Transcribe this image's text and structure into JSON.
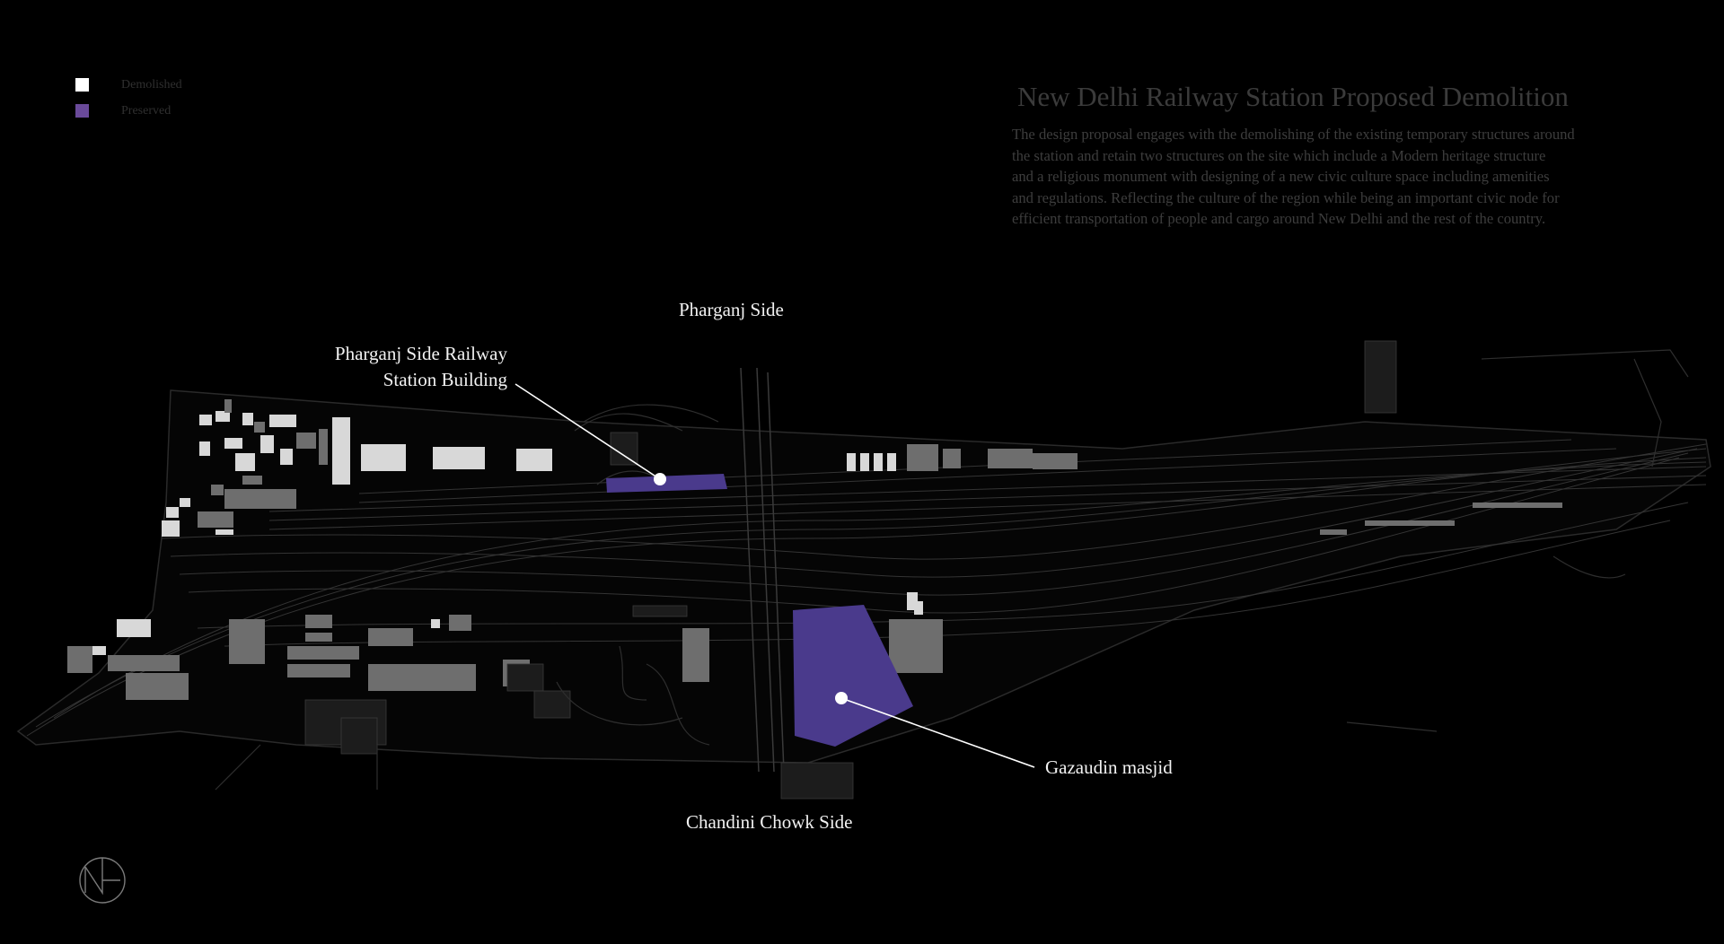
{
  "legend": {
    "items": [
      {
        "label": "Demolished",
        "color": "#ffffff"
      },
      {
        "label": "Preserved",
        "color": "#6a4a9a"
      }
    ]
  },
  "header": {
    "title": "New Delhi Railway Station Proposed Demolition",
    "description_lines": [
      "The design proposal engages with the demolishing of the existing temporary structures around",
      "the station and retain two structures on the site which include a Modern heritage structure",
      "and a religious monument with designing of a new civic culture space including amenities",
      "and regulations. Reflecting the culture of the region while being an important civic node for",
      "efficient transportation of people and cargo around New Delhi and the rest of the country."
    ]
  },
  "labels": {
    "pharganj_side": "Pharganj Side",
    "station_building_line1": "Pharganj Side Railway",
    "station_building_line2": "Station Building",
    "chandini_chowk_side": "Chandini Chowk Side",
    "gazaudin_masjid": "Gazaudin masjid"
  },
  "colors": {
    "background": "#000000",
    "preserved": "#4a3a8c",
    "demolished": "#ffffff",
    "building_grey": "#8a8a8a",
    "track_lines": "#3a3a3a"
  },
  "icons": {
    "north_arrow": "north-arrow-icon"
  }
}
